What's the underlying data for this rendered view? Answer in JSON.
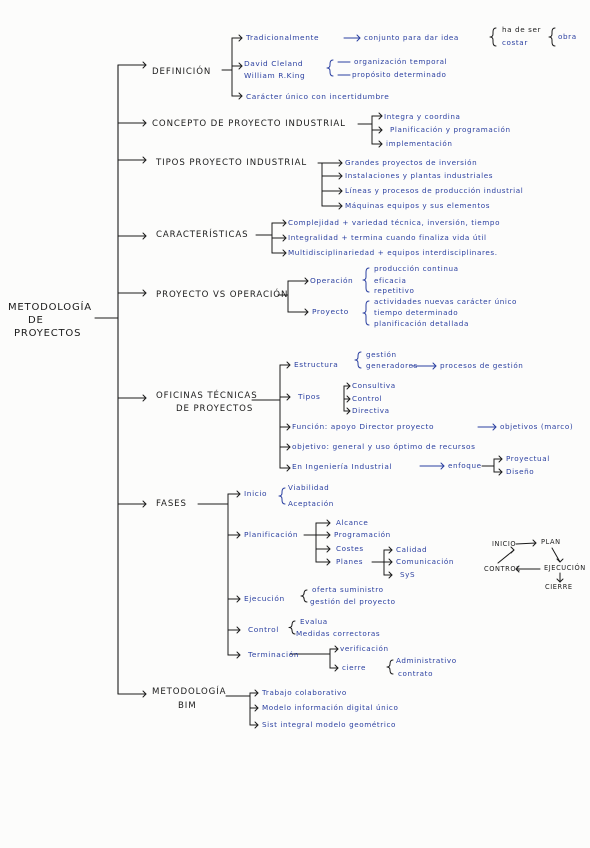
{
  "colors": {
    "ink_black": "#1b1b1b",
    "ink_blue": "#2a3fa0",
    "paper": "#fcfcfb"
  },
  "root": {
    "line1": "METODOLOGÍA",
    "line2": "DE",
    "line3": "PROYECTOS"
  },
  "definicion": {
    "title": "DEFINICIÓN",
    "tradicional": "Tradicionalmente",
    "conjunto": "conjunto para dar idea",
    "hade": "ha de ser",
    "costar": "costar",
    "obra": "obra",
    "david": "David Cleland",
    "william": "William R.King",
    "organizacion": "organización temporal",
    "proposito": "propósito determinado",
    "caracter": "Carácter único con incertidumbre"
  },
  "concepto": {
    "title": "CONCEPTO DE PROYECTO INDUSTRIAL",
    "items": [
      "Integra y coordina",
      "Planificación y programación",
      "implementación"
    ]
  },
  "tipos": {
    "title": "TIPOS PROYECTO INDUSTRIAL",
    "items": [
      "Grandes proyectos de inversión",
      "Instalaciones y plantas industriales",
      "Líneas y procesos de producción industrial",
      "Máquinas equipos y sus elementos"
    ]
  },
  "caracteristicas": {
    "title": "CARACTERÍSTICAS",
    "items": [
      "Complejidad + variedad técnica, inversión, tiempo",
      "Integralidad + termina cuando finaliza vida útil",
      "Multidisciplinariedad + equipos interdisciplinares."
    ]
  },
  "proyecto_vs": {
    "title": "PROYECTO VS OPERACIÓN",
    "operacion": "Operación",
    "op_items": [
      "producción continua",
      "eficacia",
      "repetitivo"
    ],
    "proyecto": "Proyecto",
    "pr_items": [
      "actividades nuevas carácter único",
      "tiempo determinado",
      "planificación detallada"
    ]
  },
  "oficinas": {
    "title1": "OFICINAS TÉCNICAS",
    "title2": "DE PROYECTOS",
    "estructura": "Estructura",
    "gestion": "gestión",
    "generadores": "generadores",
    "procesos": "procesos de gestión",
    "tipos": "Tipos",
    "tipos_items": [
      "Consultiva",
      "Control",
      "Directiva"
    ],
    "funcion": "Función: apoyo Director proyecto",
    "objetivos": "objetivos (marco)",
    "objetivo": "objetivo: general y uso óptimo de recursos",
    "ingenieria": "En Ingeniería Industrial",
    "enfoque": "enfoque",
    "proyectual": "Proyectual",
    "diseno": "Diseño"
  },
  "fases": {
    "title": "FASES",
    "inicio": "Inicio",
    "inicio_items": [
      "Viabilidad",
      "Aceptación"
    ],
    "planificacion": "Planificación",
    "plan_items": [
      "Alcance",
      "Programación",
      "Costes",
      "Planes"
    ],
    "planes_items": [
      "Calidad",
      "Comunicación",
      "SyS"
    ],
    "ejecucion": "Ejecución",
    "ejec_items": [
      "oferta suministro",
      "gestión del proyecto"
    ],
    "control": "Control",
    "control_items": [
      "Evalua",
      "Medidas correctoras"
    ],
    "terminacion": "Terminación",
    "verificacion": "verificación",
    "cierre": "cierre",
    "cierre_items": [
      "Administrativo",
      "contrato"
    ]
  },
  "cycle": {
    "inicio": "INICIO",
    "plan": "PLAN",
    "control": "CONTROL",
    "ejecucion": "EJECUCIÓN",
    "cierre": "CIERRE"
  },
  "bim": {
    "title1": "METODOLOGÍA",
    "title2": "BIM",
    "items": [
      "Trabajo colaborativo",
      "Modelo información digital único",
      "Sist integral modelo geométrico"
    ]
  }
}
